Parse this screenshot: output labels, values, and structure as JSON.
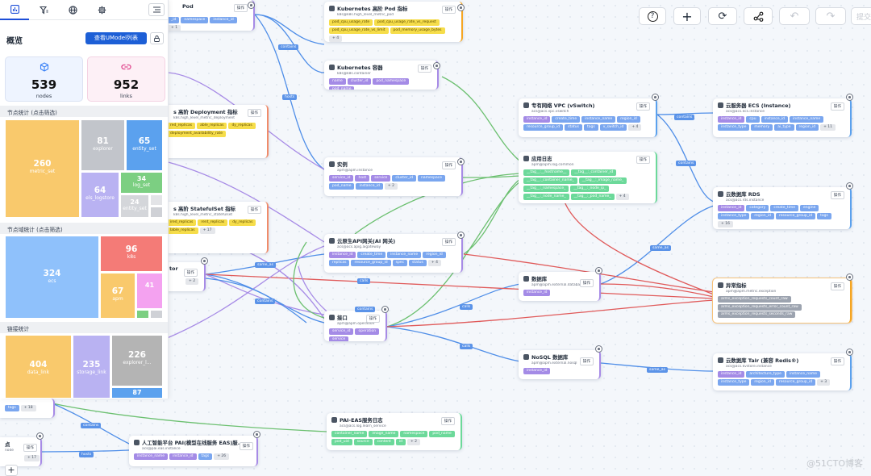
{
  "toolbar": {
    "help": "?",
    "add": "+",
    "refresh": "⟳",
    "share": "⋯",
    "undo": "↶",
    "redo": "↷",
    "submit": "提交"
  },
  "panel": {
    "overview": "概览",
    "umodel_button": "查看UModel列表",
    "stats": [
      {
        "value": "539",
        "label": "nodes"
      },
      {
        "value": "952",
        "label": "links"
      }
    ],
    "node_stats_title": "节点统计 (点击筛选)",
    "node_stats": [
      {
        "value": "260",
        "label": "metric_set",
        "color": "#f9c96c"
      },
      {
        "value": "81",
        "label": "explorer",
        "color": "#c2c5cb"
      },
      {
        "value": "65",
        "label": "entity_set",
        "color": "#5ba1ee"
      },
      {
        "value": "64",
        "label": "els_logstore",
        "color": "#b9b2f2"
      },
      {
        "value": "34",
        "label": "log_set",
        "color": "#7ccf82"
      },
      {
        "value": "24",
        "label": "entity_set",
        "color": "#d4d6da"
      }
    ],
    "domain_stats_title": "节点域统计 (点击筛选)",
    "domain_stats": [
      {
        "value": "324",
        "label": "ecs",
        "color": "#8fc1fb"
      },
      {
        "value": "96",
        "label": "k8s",
        "color": "#f47b77"
      },
      {
        "value": "67",
        "label": "apm",
        "color": "#f9c96c"
      },
      {
        "value": "41",
        "label": "",
        "color": "#f4a2f0"
      }
    ],
    "link_stats_title": "链接统计",
    "link_stats": [
      {
        "value": "404",
        "label": "data_link",
        "color": "#f9c96c"
      },
      {
        "value": "235",
        "label": "storage_link",
        "color": "#b9b2f2"
      },
      {
        "value": "226",
        "label": "explorer_l...",
        "color": "#b4b4b4"
      },
      {
        "value": "87",
        "label": "",
        "color": "#5ba1ee"
      }
    ]
  },
  "nodes": {
    "k8s_pod": {
      "title": "Pod",
      "op": "操作",
      "tags": [
        "_id",
        "namespace",
        "instance_id",
        "+ 1"
      ]
    },
    "pod_metric": {
      "title": "Kubernetes 高阶 Pod 指标",
      "sub": "k8s@k8s.high_level_metric_pod",
      "op": "操作",
      "tags": [
        "pod_cpu_usage_rate",
        "pod_cpu_usage_rate_vs_request",
        "pod_cpu_usage_rate_vs_limit",
        "pod_memory_usage_bytes",
        "+ 4"
      ]
    },
    "k8s_container": {
      "title": "Kubernetes 容器",
      "sub": "k8s@k8s.container",
      "op": "操作",
      "tags": [
        "name",
        "cluster_id",
        "pod_namespace",
        "pod_name"
      ]
    },
    "deploy_metric": {
      "title": "s 高阶 Deployment 指标",
      "sub": "k8s.high_level_metric_deployment",
      "op": "操作",
      "tags": [
        "red_replicas",
        "able_replicas",
        "dy_replicas",
        "deployment_availability_rate"
      ]
    },
    "sts_metric": {
      "title": "s 高阶 StatefulSet 指标",
      "sub": "k8s.high_level_metric_statefulset",
      "op": "操作",
      "tags": [
        "ired_replicas",
        "rent_replicas",
        "dy_replicas",
        "lable_replicas",
        "+ 17"
      ]
    },
    "apm_instance": {
      "title": "实例",
      "sub": "apm@apm.instance",
      "op": "操作",
      "tags": [
        "service_id",
        "host",
        "service",
        "cluster_id",
        "namespace",
        "pod_name",
        "instance_id",
        "+ 2"
      ]
    },
    "vswitch": {
      "title": "专有网络 VPC (vSwitch)",
      "sub": "acs@acs.vpc.vswitch",
      "op": "操作",
      "tags": [
        "instance_id",
        "create_time",
        "instance_name",
        "region_id",
        "resource_group_id",
        "status",
        "tags",
        "v_switch_id",
        "+ 4"
      ]
    },
    "ecs": {
      "title": "云服务器 ECS (Instance)",
      "sub": "acs@acs.ecs.instance",
      "op": "操作",
      "tags": [
        "instance_id",
        "cpu",
        "instance_id",
        "instance_name",
        "instance_type",
        "memory",
        "ai_type",
        "region_id",
        "+ 11"
      ]
    },
    "applog": {
      "title": "应用日志",
      "sub": "apm@apm.log.common",
      "op": "操作",
      "tags": [
        "__tag__:__hostname__",
        "__tag__:_container_id",
        "__tag__:_container_name_",
        "__tag__:_image_name_",
        "__tag__:_namespace_",
        "__tag__:_node_ip_",
        "__tag__:_node_name_",
        "__tag__:_pod_name_",
        "+ 4"
      ]
    },
    "rds": {
      "title": "云数据库 RDS",
      "sub": "acs@acs.rds.instance",
      "op": "操作",
      "tags": [
        "instance_id",
        "category",
        "create_time",
        "engine",
        "instance_type",
        "region_id",
        "resource_group_id",
        "tags",
        "+ 16"
      ]
    },
    "ai_gateway": {
      "title": "云原生API网关(AI 网关)",
      "sub": "acs@acs.apig.aigateway",
      "op": "操作",
      "tags": [
        "instance_id",
        "create_time",
        "instance_name",
        "region_id",
        "replicas",
        "resource_group_id",
        "spec",
        "status",
        "+ 4"
      ]
    },
    "left_mid": {
      "title": "tor",
      "op": "操作",
      "tags": [
        "+ 2"
      ]
    },
    "database": {
      "title": "数据库",
      "sub": "apm@apm.external.database",
      "op": "操作",
      "tags": [
        "instance_id"
      ]
    },
    "exception": {
      "title": "异常指标",
      "sub": "apm@apm.metric.exception",
      "op": "操作",
      "tags": [
        "arms_exception_requests_count_raw",
        "arms_exception_requests_error_count_raw",
        "arms_exception_requests_seconds_raw"
      ]
    },
    "operation": {
      "title": "接口",
      "sub": "apm@apm.operation",
      "op": "操作",
      "tags": [
        "service_id",
        "operation",
        "service"
      ]
    },
    "nosql": {
      "title": "NoSQL 数据库",
      "sub": "apm@apm.external.nosql",
      "op": "操作",
      "tags": [
        "instance_id"
      ]
    },
    "tair": {
      "title": "云数据库 Tair (兼容 Redis®)",
      "sub": "acs@acs.kvstore.instance",
      "op": "操作",
      "tags": [
        "instance_id",
        "architecture_type",
        "instance_name",
        "instance_type",
        "region_id",
        "resource_group_id",
        "+ 3"
      ]
    },
    "left_bottom": {
      "tags": [
        "tags",
        "+ 18"
      ]
    },
    "pai_log": {
      "title": "PAI-EAS服务日志",
      "sub": "acs@acs.log.learn_service",
      "op": "操作",
      "tags": [
        "container_name",
        "image_name",
        "namespace",
        "pod_name",
        "pod_uid",
        "source",
        "content",
        "id",
        "+ 2"
      ]
    },
    "pai_eas": {
      "title": "人工智能平台 PAI(模型在线服务 EAS)服...",
      "sub": "acs@pai.eas.instance",
      "op": "操作",
      "tags": [
        "instance_name",
        "instance_id",
        "tags",
        "+ 26"
      ]
    },
    "left_corner": {
      "title": "点",
      "sub": "node",
      "op": "操作",
      "tags": [
        "+ 17"
      ]
    }
  },
  "edge_labels": [
    "contains",
    "hosts",
    "contains",
    "contains",
    "contains",
    "same_as",
    "contains",
    "calls",
    "calls",
    "calls",
    "same_as",
    "contains",
    "hosts",
    "same_as"
  ],
  "zoom": {
    "plus": "+"
  },
  "watermark": "@51CTO博客"
}
